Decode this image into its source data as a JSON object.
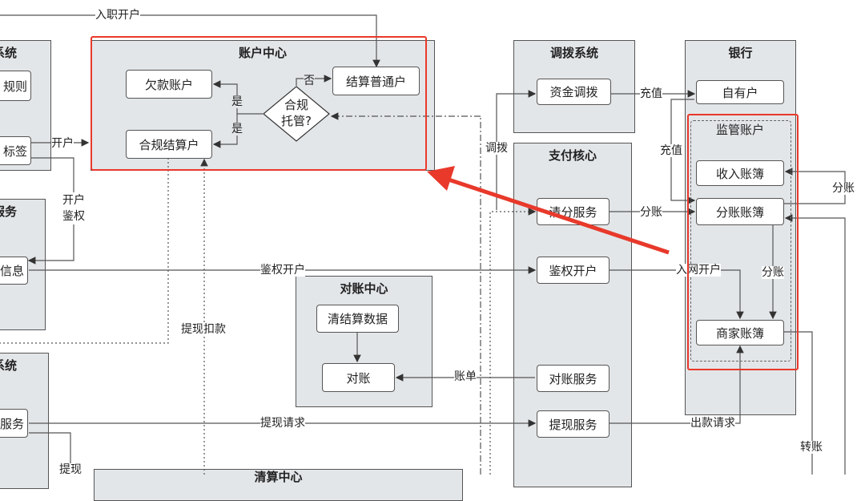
{
  "groups": {
    "left_top": "系统",
    "left_mid": "服务",
    "left_bot": "系统",
    "account_center": "账户中心",
    "allocation_system": "调拨系统",
    "payment_core": "支付核心",
    "bank": "银行",
    "regulated_account": "监管账户",
    "reconciliation_center": "对账中心",
    "clearing_center": "清算中心"
  },
  "nodes": {
    "rules": "规则",
    "tags": "标签",
    "info": "信息",
    "service": "服务",
    "debt_account": "欠款账户",
    "compliant_settlement": "合规结算户",
    "compliance_decision": "合规托管?",
    "normal_settlement": "结算普通户",
    "fund_allocation": "资金调拨",
    "clearing_service": "清分服务",
    "auth_open": "鉴权开户",
    "recon_service": "对账服务",
    "withdraw_service": "提现服务",
    "own_account": "自有户",
    "income_ledger": "收入账簿",
    "split_ledger": "分账账簿",
    "merchant_ledger": "商家账簿",
    "clearing_data": "清结算数据",
    "reconcile": "对账"
  },
  "edges": {
    "onboard_open": "入职开户",
    "open": "开户",
    "open_auth": "开户鉴权",
    "auth_open": "鉴权开户",
    "withdraw_deduct": "提现扣款",
    "bill": "账单",
    "withdraw_request": "提现请求",
    "withdraw": "提现",
    "allocate": "调拨",
    "recharge1": "充值",
    "recharge2": "充值",
    "split1": "分账",
    "network_open": "入网开户",
    "split2": "分账",
    "split3": "分账",
    "payout_request": "出款请求",
    "transfer": "转账",
    "no": "否",
    "yes1": "是",
    "yes2": "是"
  },
  "colors": {
    "highlight": "#e8392b",
    "group_bg": "#e3e6e8"
  }
}
